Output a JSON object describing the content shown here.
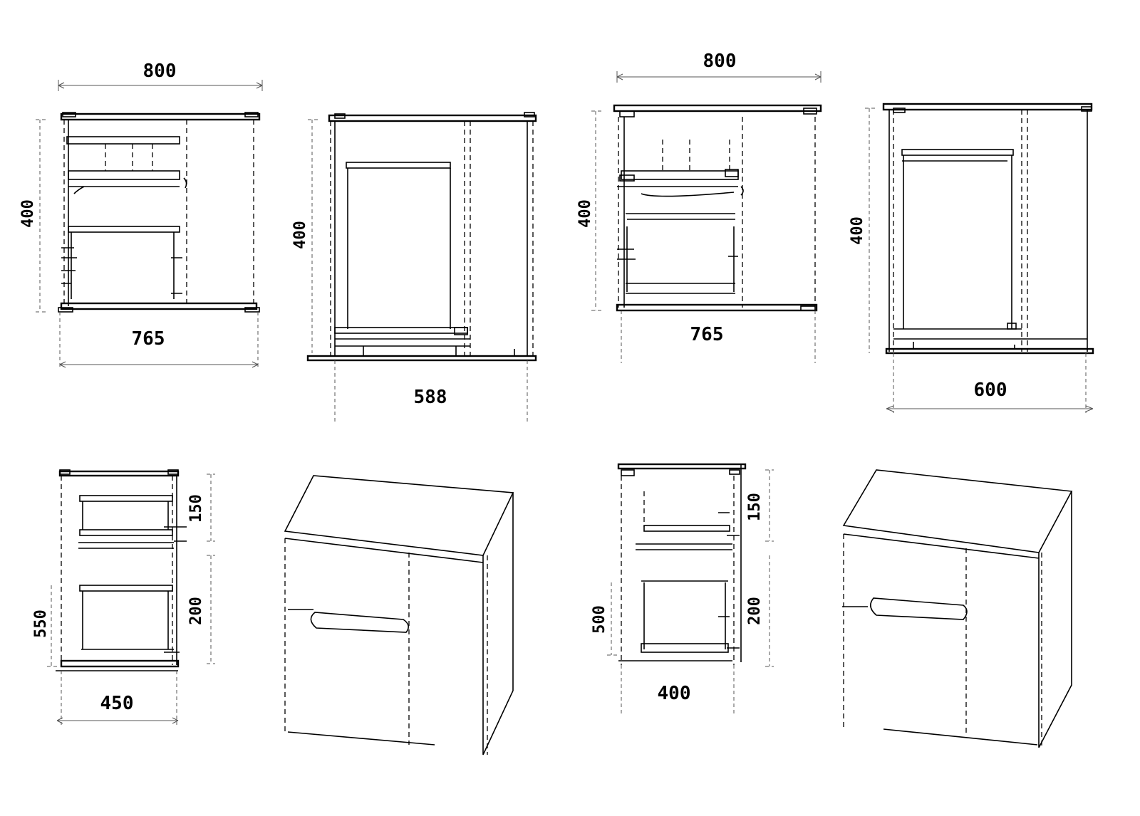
{
  "labels": {
    "v1_top_width": "800",
    "v1_bottom_width": "765",
    "v1_height": "400",
    "v2_height": "400",
    "v2_bottom_width": "588",
    "v3_top_width": "800",
    "v3_bottom_width": "765",
    "v3_height": "400",
    "v4_height": "400",
    "v4_bottom_width": "600",
    "v5_upper": "150",
    "v5_lower": "200",
    "v5_left": "550",
    "v5_bottom": "450",
    "v7_upper": "150",
    "v7_lower": "200",
    "v7_left": "500",
    "v7_bottom": "400"
  }
}
